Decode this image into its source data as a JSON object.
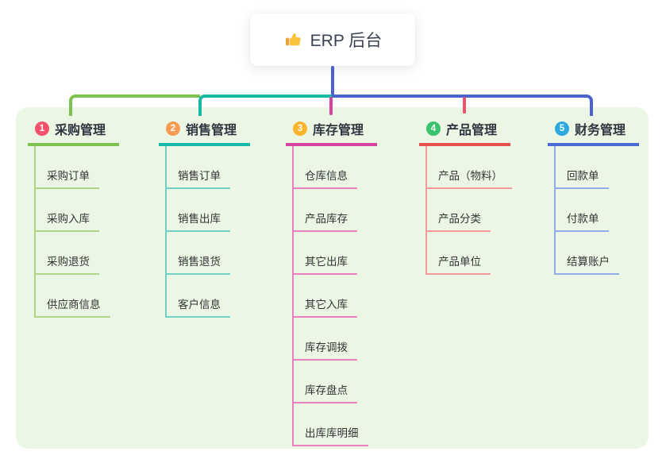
{
  "root": {
    "label": "ERP 后台",
    "icon": "thumbs-up-icon"
  },
  "branches": [
    {
      "index": "1",
      "label": "采购管理",
      "children": [
        "采购订单",
        "采购入库",
        "采购退货",
        "供应商信息"
      ]
    },
    {
      "index": "2",
      "label": "销售管理",
      "children": [
        "销售订单",
        "销售出库",
        "销售退货",
        "客户信息"
      ]
    },
    {
      "index": "3",
      "label": "库存管理",
      "children": [
        "仓库信息",
        "产品库存",
        "其它出库",
        "其它入库",
        "库存调拨",
        "库存盘点",
        "出库库明细"
      ]
    },
    {
      "index": "4",
      "label": "产品管理",
      "children": [
        "产品（物料）",
        "产品分类",
        "产品单位"
      ]
    },
    {
      "index": "5",
      "label": "财务管理",
      "children": [
        "回款单",
        "付款单",
        "结算账户"
      ]
    }
  ],
  "colors": {
    "canvas_bg": "#ffffff",
    "panel_bg": "#ebf7e4",
    "root_connector": "#4a63cf",
    "title_text": "#2e3440",
    "child_text": "#333333",
    "branches": [
      {
        "badge": "#f4516c",
        "line": "#7cc24e",
        "child_line": "#aed584",
        "drop": "#7cc24e"
      },
      {
        "badge": "#fc9c54",
        "line": "#17b8a6",
        "child_line": "#6fd0c3",
        "drop": "#17b8a6"
      },
      {
        "badge": "#fbb52d",
        "line": "#d6439f",
        "child_line": "#ee7fbe",
        "drop": "#d6439f"
      },
      {
        "badge": "#37c46d",
        "line": "#e6514d",
        "child_line": "#f49a97",
        "drop": "#f0516b"
      },
      {
        "badge": "#2ba8e0",
        "line": "#4a6bd4",
        "child_line": "#93abe6",
        "drop": "#4a63cf"
      }
    ]
  }
}
